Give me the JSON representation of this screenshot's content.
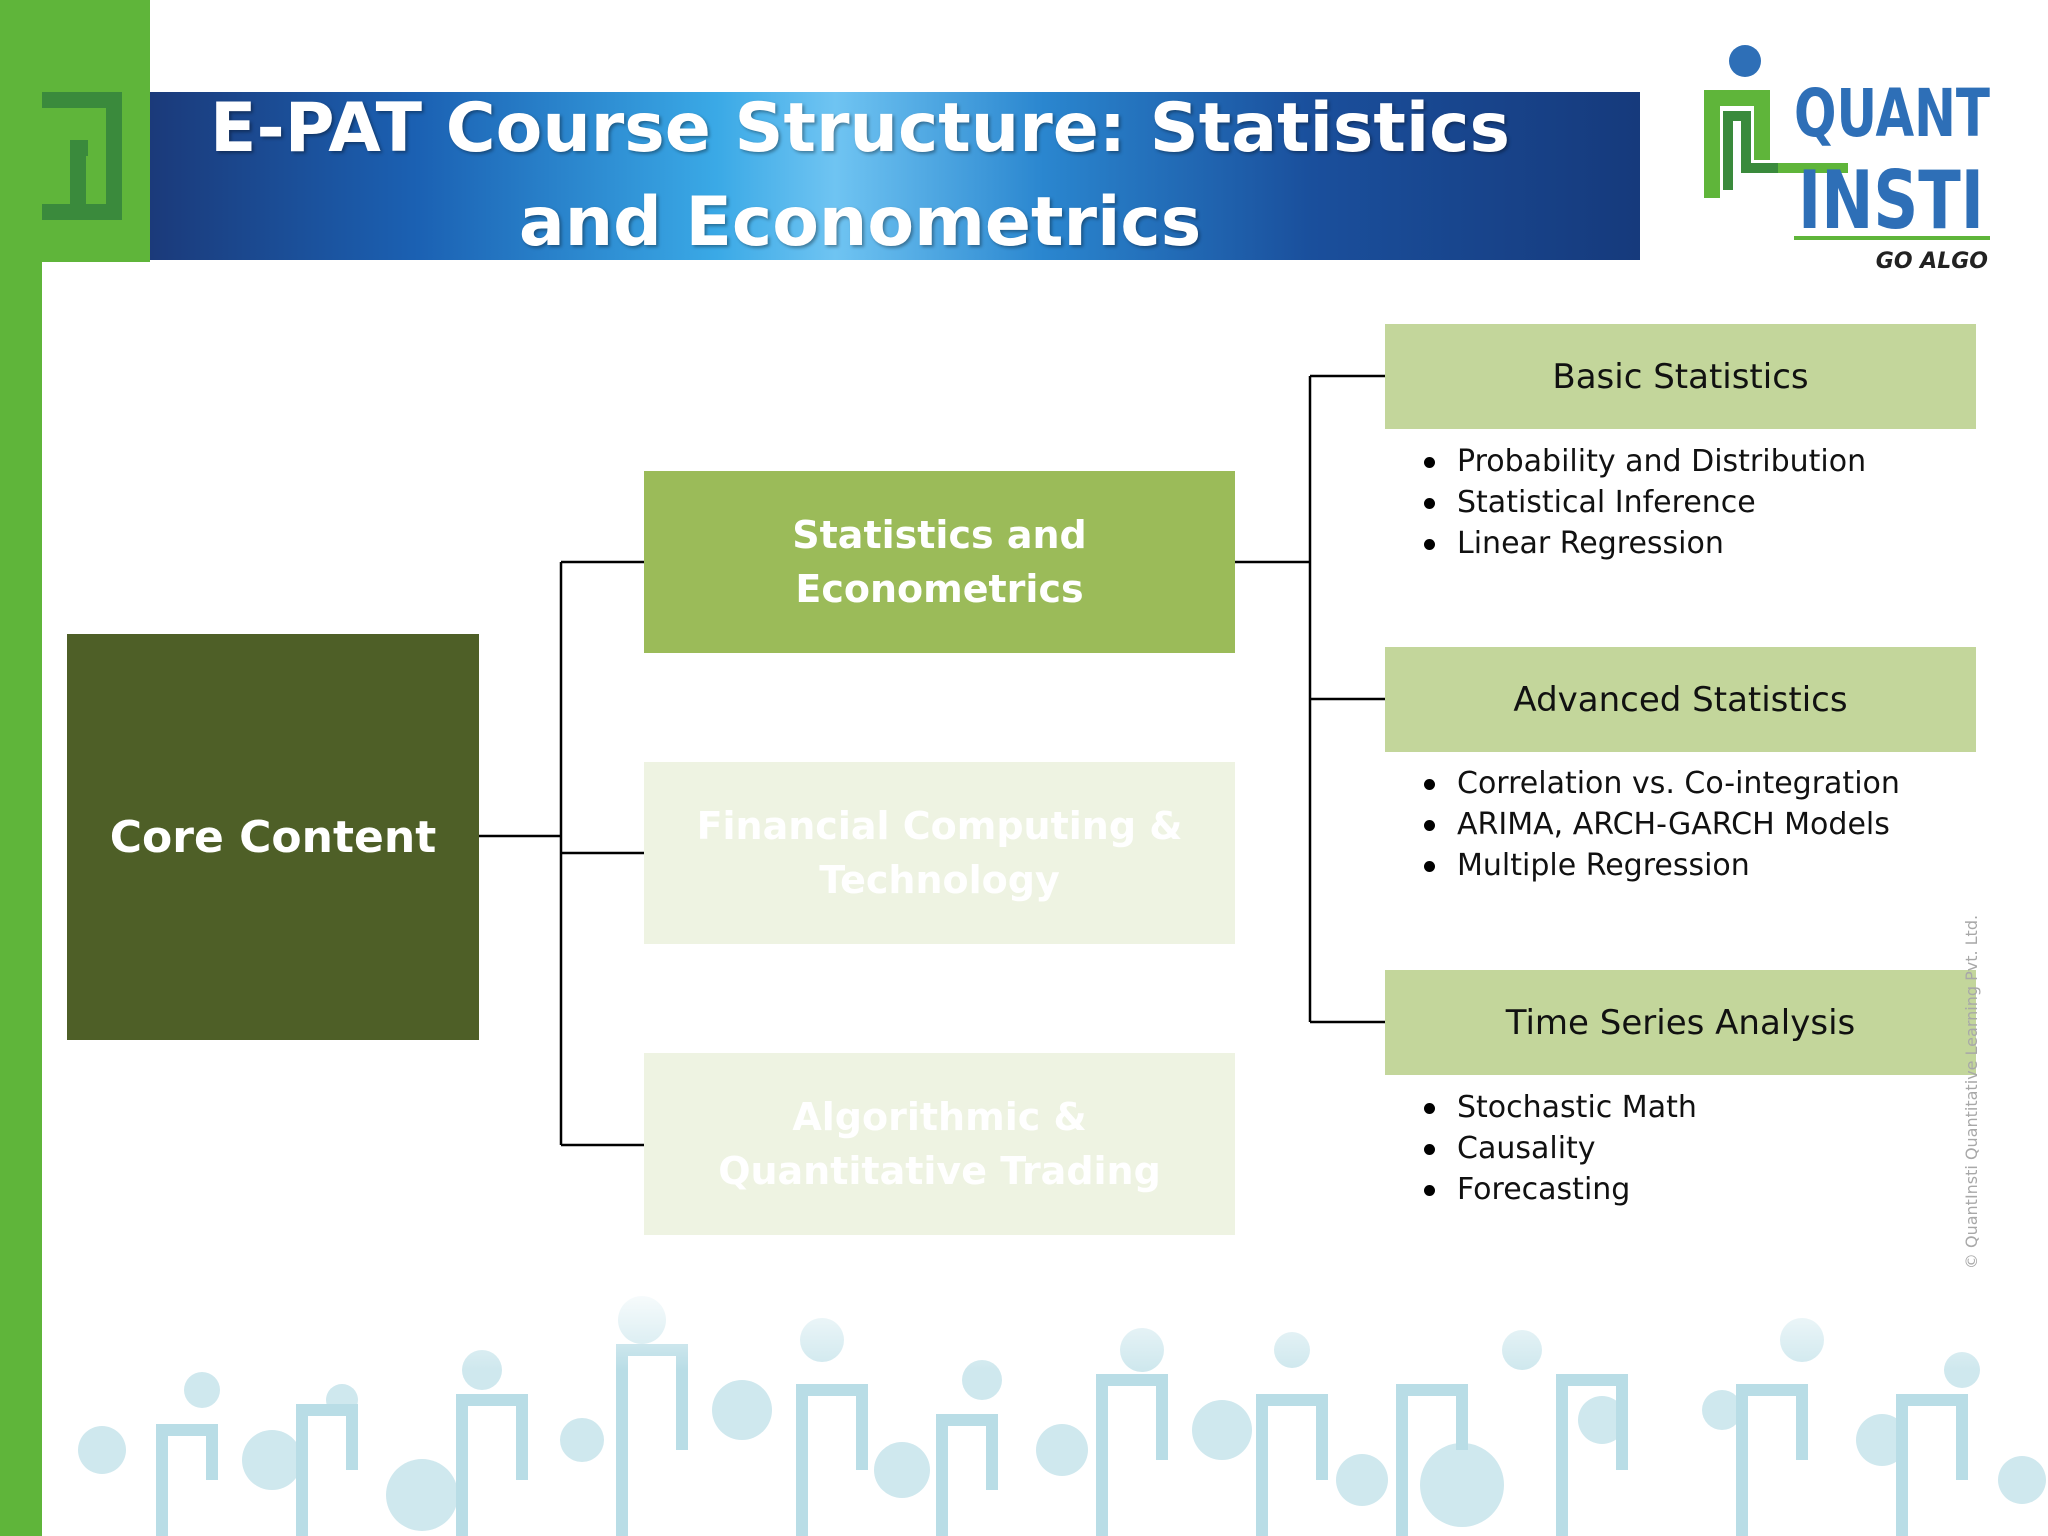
{
  "header": {
    "title": "E-PAT Course Structure: Statistics and Econometrics"
  },
  "logo": {
    "word_top": "QUANT",
    "word_bottom": "INSTI",
    "tagline": "GO ALGO"
  },
  "diagram": {
    "root": "Core Content",
    "modules": [
      "Statistics and Econometrics",
      "Financial Computing & Technology",
      "Algorithmic & Quantitative Trading"
    ],
    "topics": [
      {
        "title": "Basic Statistics",
        "items": [
          "Probability and Distribution",
          "Statistical Inference",
          "Linear Regression"
        ]
      },
      {
        "title": "Advanced Statistics",
        "items": [
          "Correlation vs. Co-integration",
          "ARIMA, ARCH-GARCH Models",
          "Multiple Regression"
        ]
      },
      {
        "title": "Time Series Analysis",
        "items": [
          "Stochastic Math",
          "Causality",
          "Forecasting"
        ]
      }
    ]
  },
  "copyright": "© QuantInsti Quantitative Learning Pvt. Ltd.",
  "colors": {
    "brand_green": "#5fb53a",
    "root_box": "#4e5f27",
    "active_module": "#9bbb59",
    "faded_module": "#eef3e2",
    "topic_box": "#c3d69b",
    "banner_blue": "#1b3a7a"
  }
}
